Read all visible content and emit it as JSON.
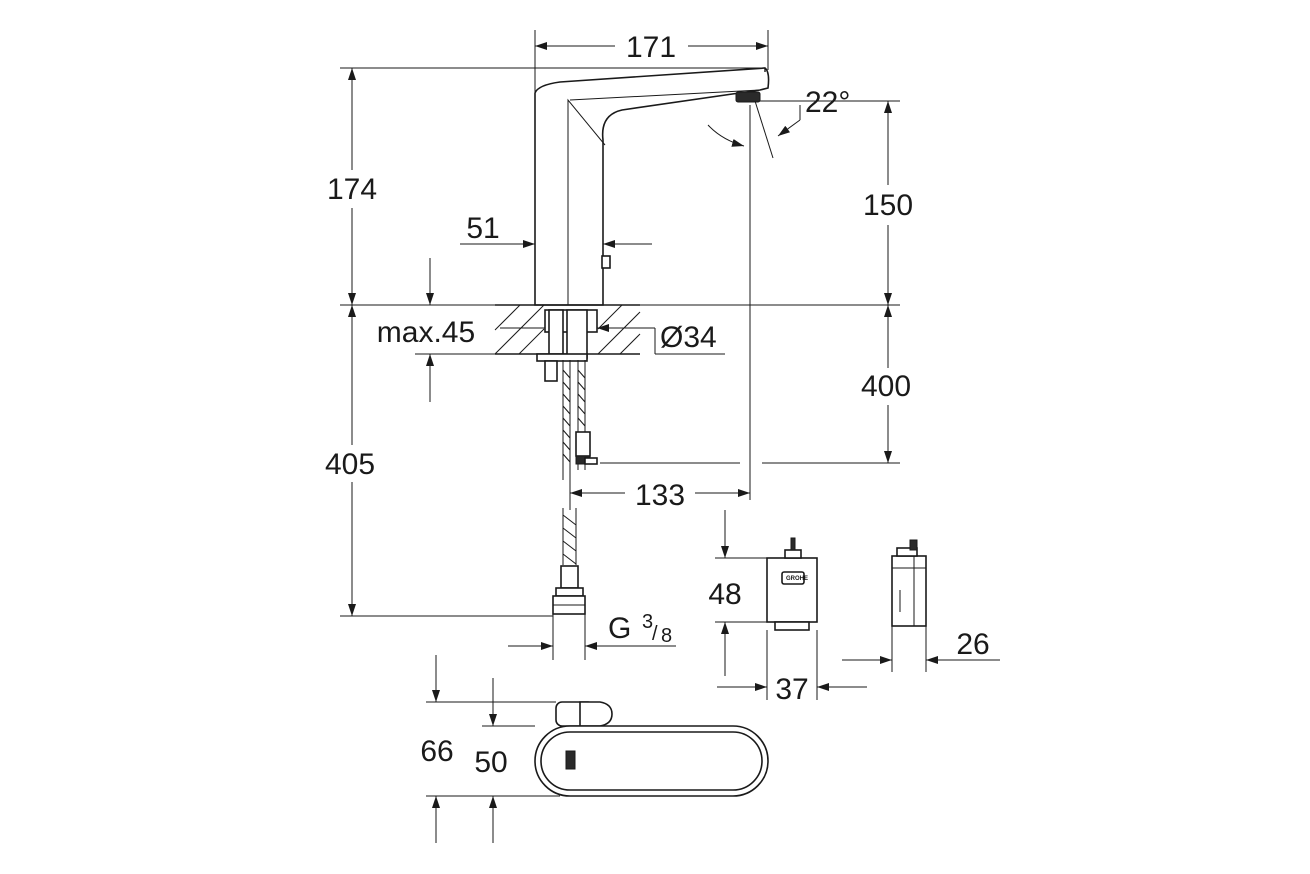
{
  "dimensions": {
    "top_width": "171",
    "total_height": "174",
    "spout_angle": "22°",
    "spout_height": "150",
    "body_width": "51",
    "max_counter": "max.45",
    "hole_diameter": "Ø34",
    "hose_length": "400",
    "supply_length": "405",
    "projection": "133",
    "thread_g": "G",
    "thread_num": "3",
    "thread_den": "8",
    "box_height": "48",
    "box_width": "37",
    "box_depth": "26",
    "plan_total": "66",
    "plan_body": "50"
  },
  "logo": "GROHE"
}
